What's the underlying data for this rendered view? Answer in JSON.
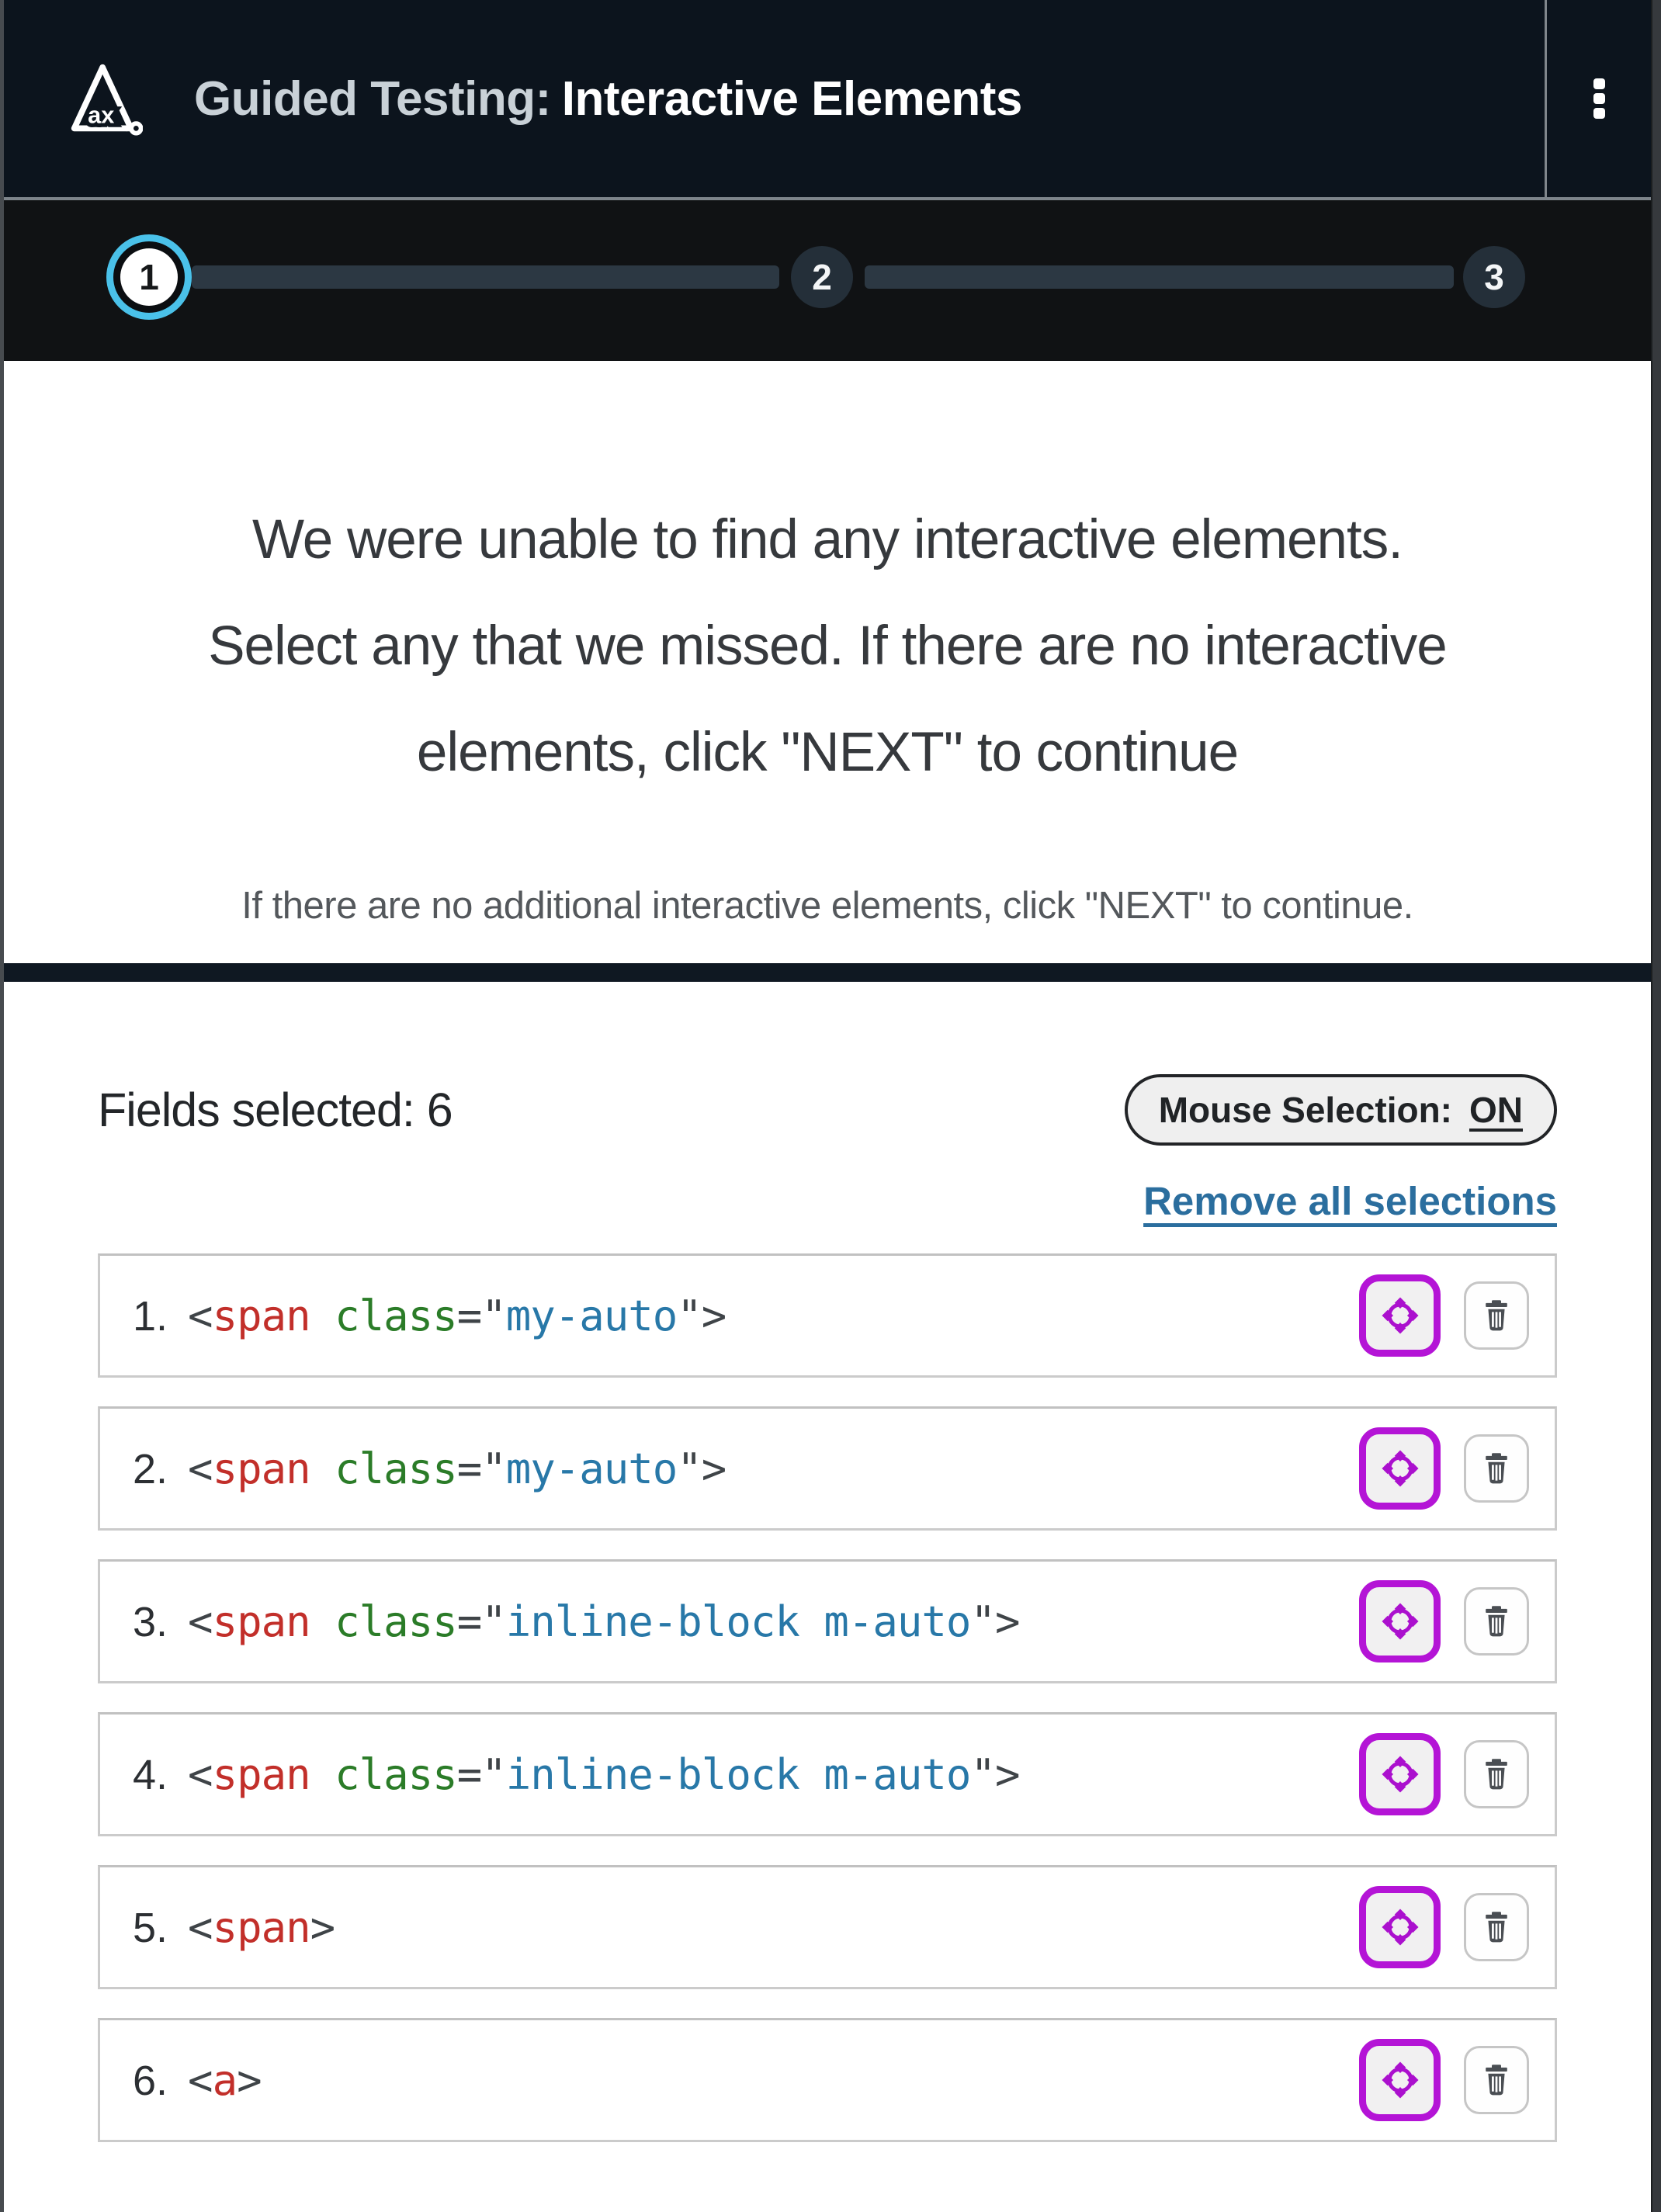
{
  "header": {
    "title_prefix": "Guided Testing:",
    "title_main": "Interactive Elements",
    "logo_icon": "axe-logo",
    "logo_text": "ax",
    "menu_icon": "kebab-menu"
  },
  "progress": {
    "current_step": 1,
    "steps": [
      {
        "label": "1",
        "state": "current"
      },
      {
        "label": "2",
        "state": "upcoming"
      },
      {
        "label": "3",
        "state": "upcoming"
      }
    ]
  },
  "message": {
    "heading_lines": [
      "We were unable to find any interactive elements.",
      "Select any that we missed. If there are no interactive",
      "elements, click \"NEXT\" to continue"
    ],
    "subtext": "If there are no additional interactive elements, click \"NEXT\" to continue."
  },
  "fields": {
    "selected_label": "Fields selected:",
    "selected_count": "6",
    "mouse_selection_label": "Mouse Selection:",
    "mouse_selection_state": "ON",
    "remove_all_label": "Remove all selections",
    "row_action_icons": [
      "crosshair-locate-icon",
      "trash-icon"
    ],
    "rows": [
      {
        "num": "1.",
        "code": [
          [
            "p",
            "<"
          ],
          [
            "tag",
            "span"
          ],
          [
            "n",
            " "
          ],
          [
            "attr",
            "class"
          ],
          [
            "p",
            "=\""
          ],
          [
            "val",
            "my-auto"
          ],
          [
            "p",
            "\">"
          ]
        ]
      },
      {
        "num": "2.",
        "code": [
          [
            "p",
            "<"
          ],
          [
            "tag",
            "span"
          ],
          [
            "n",
            " "
          ],
          [
            "attr",
            "class"
          ],
          [
            "p",
            "=\""
          ],
          [
            "val",
            "my-auto"
          ],
          [
            "p",
            "\">"
          ]
        ]
      },
      {
        "num": "3.",
        "code": [
          [
            "p",
            "<"
          ],
          [
            "tag",
            "span"
          ],
          [
            "n",
            " "
          ],
          [
            "attr",
            "class"
          ],
          [
            "p",
            "=\""
          ],
          [
            "val",
            "inline-block m-auto"
          ],
          [
            "p",
            "\">"
          ]
        ]
      },
      {
        "num": "4.",
        "code": [
          [
            "p",
            "<"
          ],
          [
            "tag",
            "span"
          ],
          [
            "n",
            " "
          ],
          [
            "attr",
            "class"
          ],
          [
            "p",
            "=\""
          ],
          [
            "val",
            "inline-block m-auto"
          ],
          [
            "p",
            "\">"
          ]
        ]
      },
      {
        "num": "5.",
        "code": [
          [
            "p",
            "<"
          ],
          [
            "tag",
            "span"
          ],
          [
            "p",
            ">"
          ]
        ]
      },
      {
        "num": "6.",
        "code": [
          [
            "p",
            "<"
          ],
          [
            "tag",
            "a"
          ],
          [
            "p",
            ">"
          ]
        ]
      }
    ]
  },
  "colors": {
    "accent_purple": "#b414d6",
    "link_blue": "#2b6e9e",
    "ring_cyan": "#4ac1e9",
    "code_tag": "#c22f2a",
    "code_attr": "#2b7c28",
    "code_val": "#2878a8",
    "header_bg": "#0c141d",
    "progress_bg": "#101214"
  }
}
